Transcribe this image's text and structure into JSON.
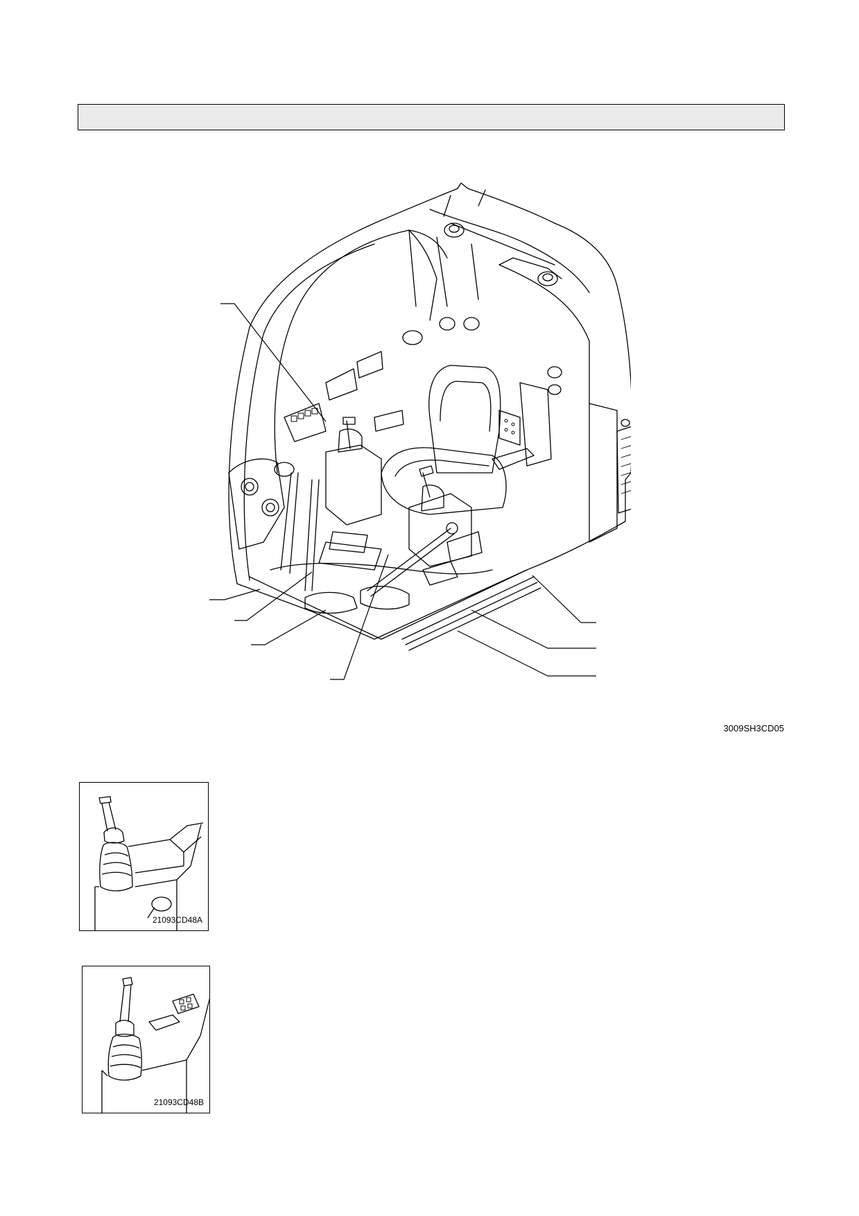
{
  "document": {
    "header_bar_text": "",
    "main_figure": {
      "code": "3009SH3CD05",
      "illustration": "excavator-cab-interior"
    },
    "thumbnails": [
      {
        "code": "21093CD48A",
        "illustration": "left-joystick"
      },
      {
        "code": "21093CD48B",
        "illustration": "right-joystick"
      }
    ]
  }
}
